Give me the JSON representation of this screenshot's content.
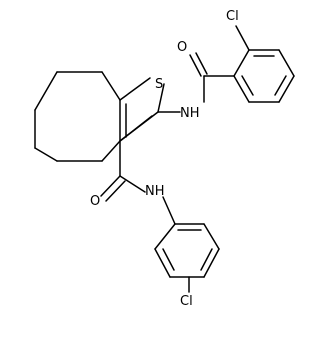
{
  "molecule": {
    "atoms": {
      "cl_top": "Cl",
      "o_top": "O",
      "s_ring": "S",
      "nh_top": "NH",
      "o_bottom": "O",
      "nh_bottom": "NH",
      "cl_bottom": "Cl"
    },
    "colors": {
      "bond": "#000000",
      "label": "#000000",
      "background": "#ffffff"
    }
  }
}
